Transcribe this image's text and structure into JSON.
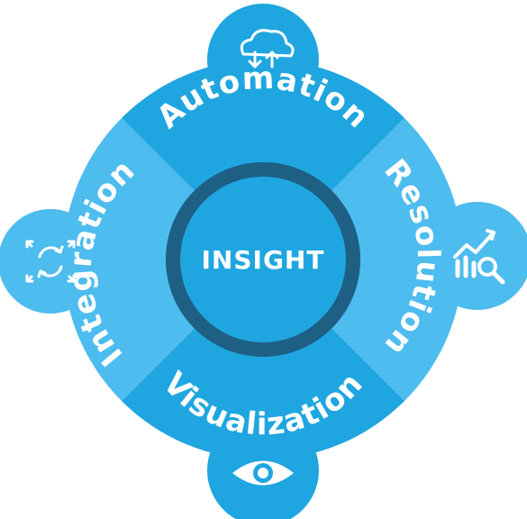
{
  "diagram": {
    "center_label": "INSIGHT",
    "segments": [
      {
        "id": "top",
        "label": "Automation",
        "icon": "cloud-sync-icon",
        "color": "#1fa6e0"
      },
      {
        "id": "right",
        "label": "Resolution",
        "icon": "analytics-search-icon",
        "color": "#4dbcef"
      },
      {
        "id": "bottom",
        "label": "Visualization",
        "icon": "eye-icon",
        "color": "#1fa6e0"
      },
      {
        "id": "left",
        "label": "Integration",
        "icon": "cycle-arrows-icon",
        "color": "#4dbcef"
      }
    ],
    "colors": {
      "ring": "#1e5f84",
      "center": "#1fa6e0",
      "text": "#ffffff"
    }
  }
}
